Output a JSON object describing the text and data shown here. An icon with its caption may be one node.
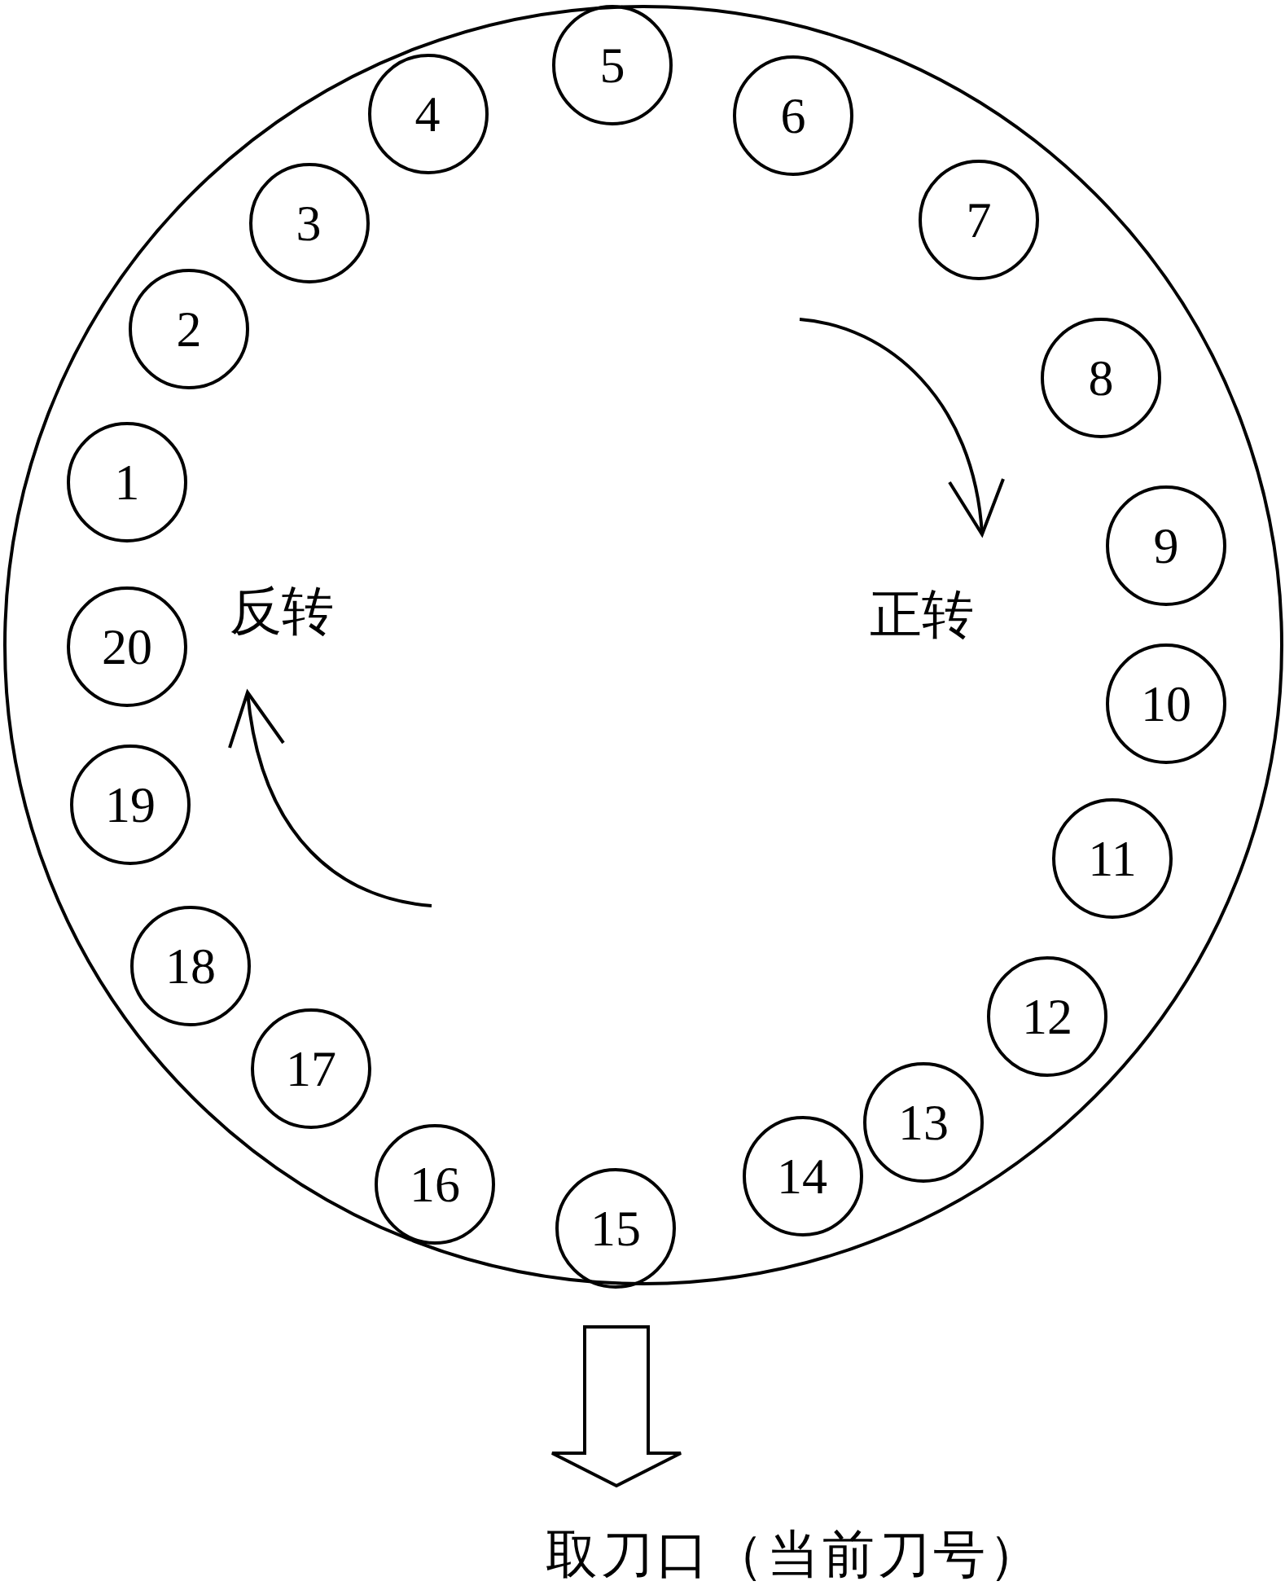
{
  "diagram": {
    "nodes": [
      {
        "text": [],
        "shape": "circle"
      },
      {
        "text": [
          "1"
        ],
        "in": 0
      },
      {
        "text": [
          "2"
        ],
        "in": 0
      },
      {
        "text": [
          "3"
        ],
        "in": 0
      },
      {
        "text": [
          "4"
        ],
        "in": 0
      },
      {
        "text": [
          "5"
        ],
        "in": 0
      },
      {
        "text": [
          "6"
        ],
        "in": 0
      },
      {
        "text": [
          "7"
        ],
        "in": 0
      },
      {
        "text": [
          "8"
        ],
        "in": 0
      },
      {
        "text": [
          "9"
        ],
        "in": 0
      },
      {
        "text": [
          "10"
        ],
        "in": 0
      },
      {
        "text": [
          "11"
        ],
        "in": 0
      },
      {
        "text": [
          "12"
        ],
        "in": 0
      },
      {
        "text": [
          "13"
        ],
        "in": 0
      },
      {
        "text": [
          "14"
        ],
        "in": 0
      },
      {
        "text": [
          "15"
        ],
        "in": 0
      },
      {
        "text": [
          "16"
        ],
        "in": 0
      },
      {
        "text": [
          "17"
        ],
        "in": 0
      },
      {
        "text": [
          "18"
        ],
        "in": 0
      },
      {
        "text": [
          "19"
        ],
        "in": 0
      },
      {
        "text": [
          "20"
        ],
        "in": 0
      },
      {
        "text": [
          "取刀口（当前刀号）"
        ]
      }
    ],
    "edges": [
      {
        "from": 0,
        "to": 21,
        "arrow": "to"
      }
    ],
    "labels": [
      "反转",
      "正转"
    ]
  }
}
